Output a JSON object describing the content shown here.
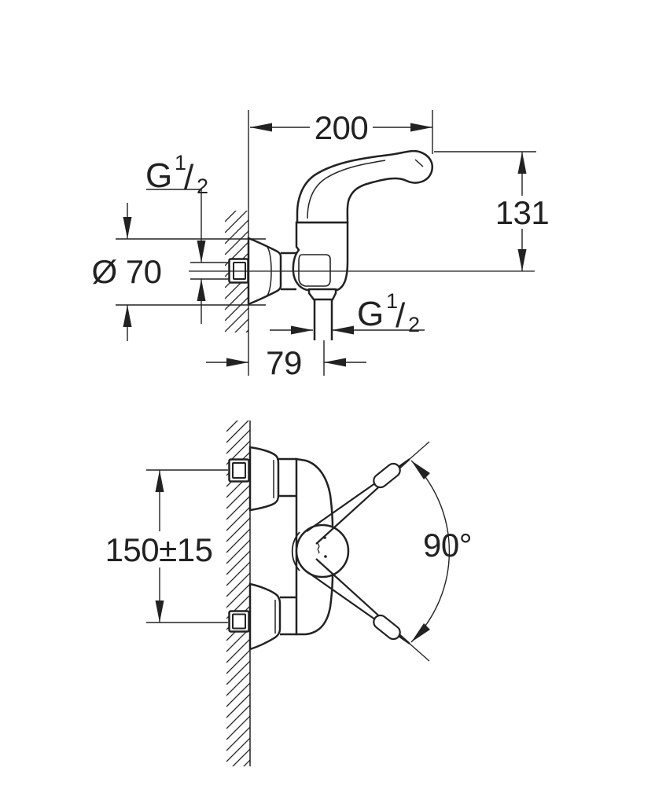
{
  "colors": {
    "background": "#ffffff",
    "line": "#222222"
  },
  "top_view": {
    "width": "200",
    "height": "131",
    "diameter": "Ø 70",
    "wall_offset": "79",
    "thread_top": {
      "g": "G",
      "num": "1",
      "slash": "/",
      "den": "2"
    },
    "thread_bottom": {
      "g": "G",
      "num": "1",
      "slash": "/",
      "den": "2"
    }
  },
  "side_view": {
    "inlet_spacing": "150±15",
    "swivel_angle": "90°"
  }
}
